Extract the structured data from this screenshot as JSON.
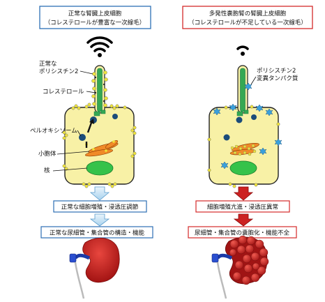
{
  "left": {
    "header_line1": "正常な腎臓上皮細胞",
    "header_line2": "（コレステロールが豊富な一次線毛）",
    "label_polycystin": [
      "正常な",
      "ポリシスチン2"
    ],
    "label_cholesterol": "コレステロール",
    "label_peroxisome": "ペルオキシソーム",
    "label_er": "小胞体",
    "label_nucleus": "核",
    "box1": "正常な細胞増殖・浸透圧調節",
    "box2": "正常な尿細管・集合管の構造・機能"
  },
  "right": {
    "header_line1": "多発性嚢胞腎の腎臓上皮細胞",
    "header_line2": "（コレステロールが不足している一次線毛）",
    "label_polycystin": [
      "ポリシスチン2",
      "変異タンパク質"
    ],
    "box1": "細胞増殖亢進・浸透圧異常",
    "box2": "尿細管・集合管の嚢胞化・機能不全"
  },
  "colors": {
    "normal_accent": "#2d6fb5",
    "pkd_accent": "#d42a2a",
    "cell_fill": "#f8f1a6",
    "cilium_green": "#35a853",
    "polycystin_yellow": "#efe33a",
    "mutant_blue": "#3aa0dc",
    "kidney_red": "#cc1e1e"
  },
  "icons": [
    "wifi-signal-icon",
    "weak-signal-icon"
  ]
}
